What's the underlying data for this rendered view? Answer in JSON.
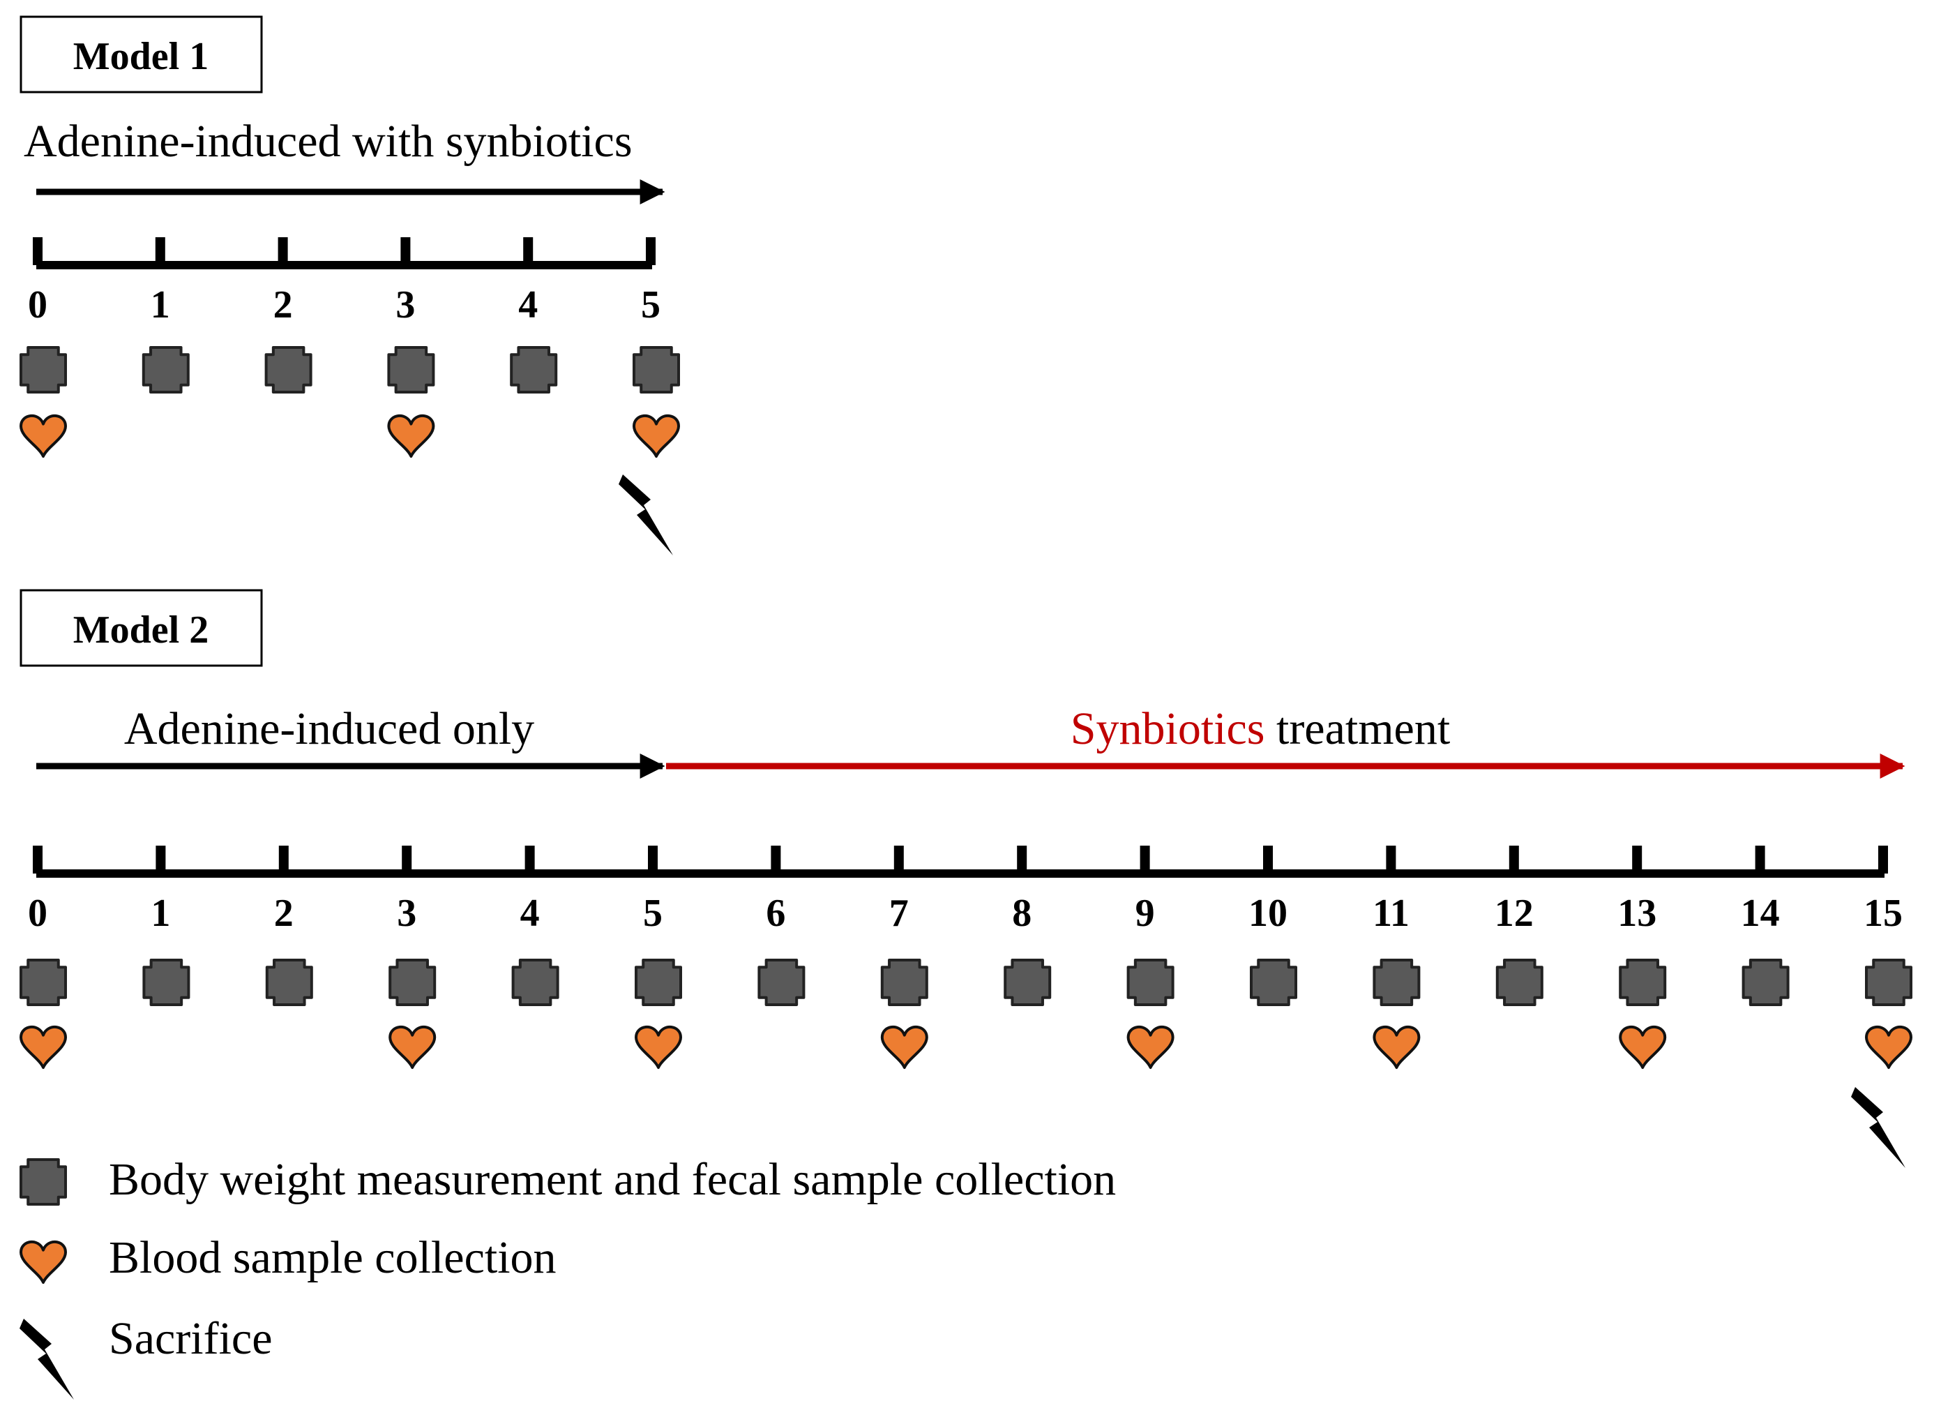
{
  "model1": {
    "label": "Model 1",
    "phase_label": "Adenine-induced with synbiotics",
    "ticks": [
      "0",
      "1",
      "2",
      "3",
      "4",
      "5"
    ],
    "body_weight_weeks": [
      0,
      1,
      2,
      3,
      4,
      5
    ],
    "blood_weeks": [
      0,
      3,
      5
    ],
    "sacrifice_week": 5
  },
  "model2": {
    "label": "Model 2",
    "phase1_label": "Adenine-induced only",
    "phase2_highlight": "Synbiotics",
    "phase2_rest": " treatment",
    "ticks": [
      "0",
      "1",
      "2",
      "3",
      "4",
      "5",
      "6",
      "7",
      "8",
      "9",
      "10",
      "11",
      "12",
      "13",
      "14",
      "15"
    ],
    "body_weight_weeks": [
      0,
      1,
      2,
      3,
      4,
      5,
      6,
      7,
      8,
      9,
      10,
      11,
      12,
      13,
      14,
      15
    ],
    "blood_weeks": [
      0,
      3,
      5,
      7,
      9,
      11,
      13,
      15
    ],
    "sacrifice_week": 15
  },
  "legend": {
    "body_weight": "Body weight measurement and fecal sample collection",
    "blood": "Blood sample collection",
    "sacrifice": "Sacrifice"
  },
  "colors": {
    "cross_fill": "#595959",
    "heart_fill": "#ed7d31",
    "synbiotics_red": "#c00000",
    "axis": "#000000"
  },
  "icons": {
    "body_weight": "cross-icon",
    "blood": "heart-icon",
    "sacrifice": "lightning-icon"
  }
}
